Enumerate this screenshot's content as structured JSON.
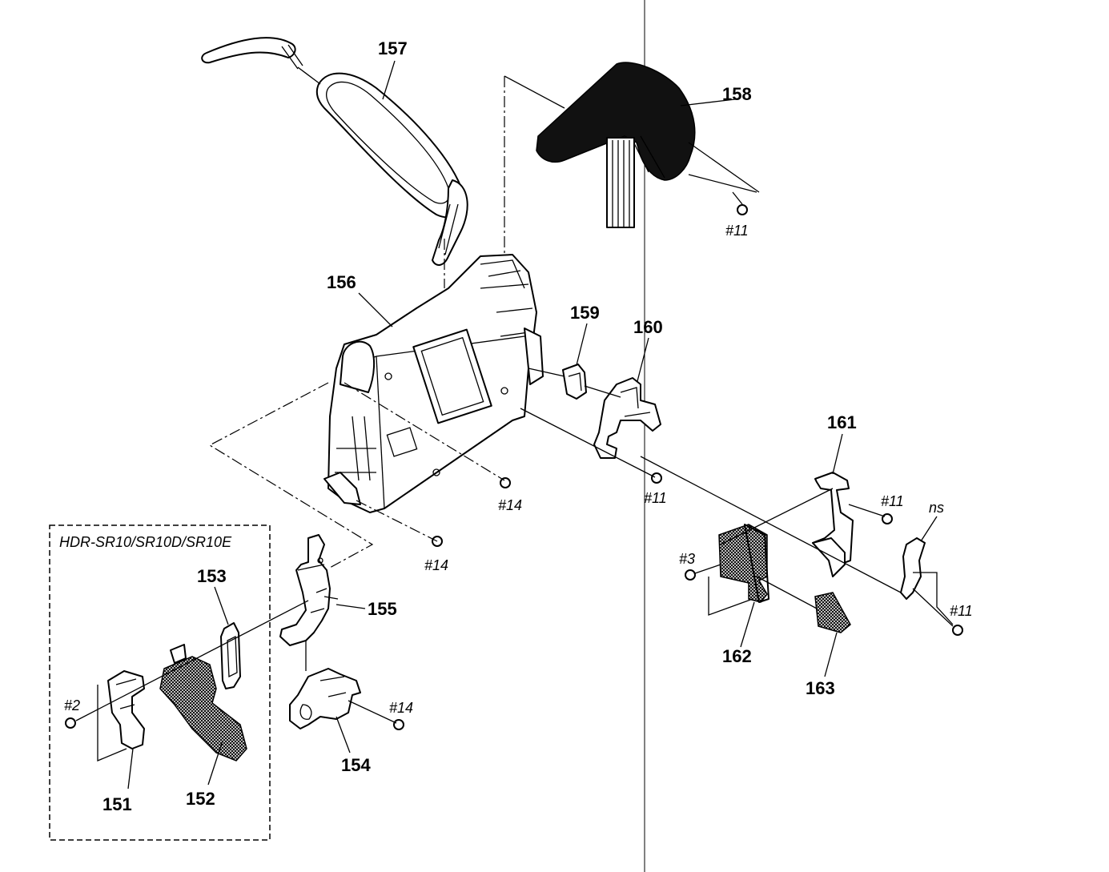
{
  "diagram": {
    "variant_box_label": "HDR-SR10/SR10D/SR10E",
    "parts": [
      {
        "id": "p151",
        "label": "151"
      },
      {
        "id": "p152",
        "label": "152"
      },
      {
        "id": "p153",
        "label": "153"
      },
      {
        "id": "p154",
        "label": "154"
      },
      {
        "id": "p155",
        "label": "155"
      },
      {
        "id": "p156",
        "label": "156"
      },
      {
        "id": "p157",
        "label": "157"
      },
      {
        "id": "p158",
        "label": "158"
      },
      {
        "id": "p159",
        "label": "159"
      },
      {
        "id": "p160",
        "label": "160"
      },
      {
        "id": "p161",
        "label": "161"
      },
      {
        "id": "p162",
        "label": "162"
      },
      {
        "id": "p163",
        "label": "163"
      }
    ],
    "screws": [
      {
        "id": "s11a",
        "label": "#11"
      },
      {
        "id": "s11b",
        "label": "#11"
      },
      {
        "id": "s11c",
        "label": "#11"
      },
      {
        "id": "s11d",
        "label": "#11"
      },
      {
        "id": "s14a",
        "label": "#14"
      },
      {
        "id": "s14b",
        "label": "#14"
      },
      {
        "id": "s14c",
        "label": "#14"
      },
      {
        "id": "s3",
        "label": "#3"
      },
      {
        "id": "s2",
        "label": "#2"
      }
    ],
    "ns_label": "ns"
  }
}
